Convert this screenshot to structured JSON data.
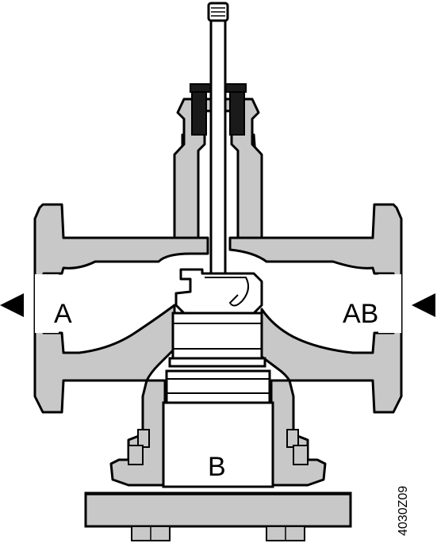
{
  "diagram": {
    "labels": {
      "port_a": "A",
      "port_ab": "AB",
      "port_b": "B"
    },
    "drawing_code": "4030Z09",
    "flow_arrows": [
      {
        "name": "inlet-arrow-a",
        "direction": "left"
      },
      {
        "name": "outlet-arrow-ab",
        "direction": "left"
      }
    ]
  },
  "colors": {
    "body_fill": "#c8c8c8",
    "line": "#000000",
    "background": "#ffffff",
    "packing": "#1a1a1a"
  }
}
